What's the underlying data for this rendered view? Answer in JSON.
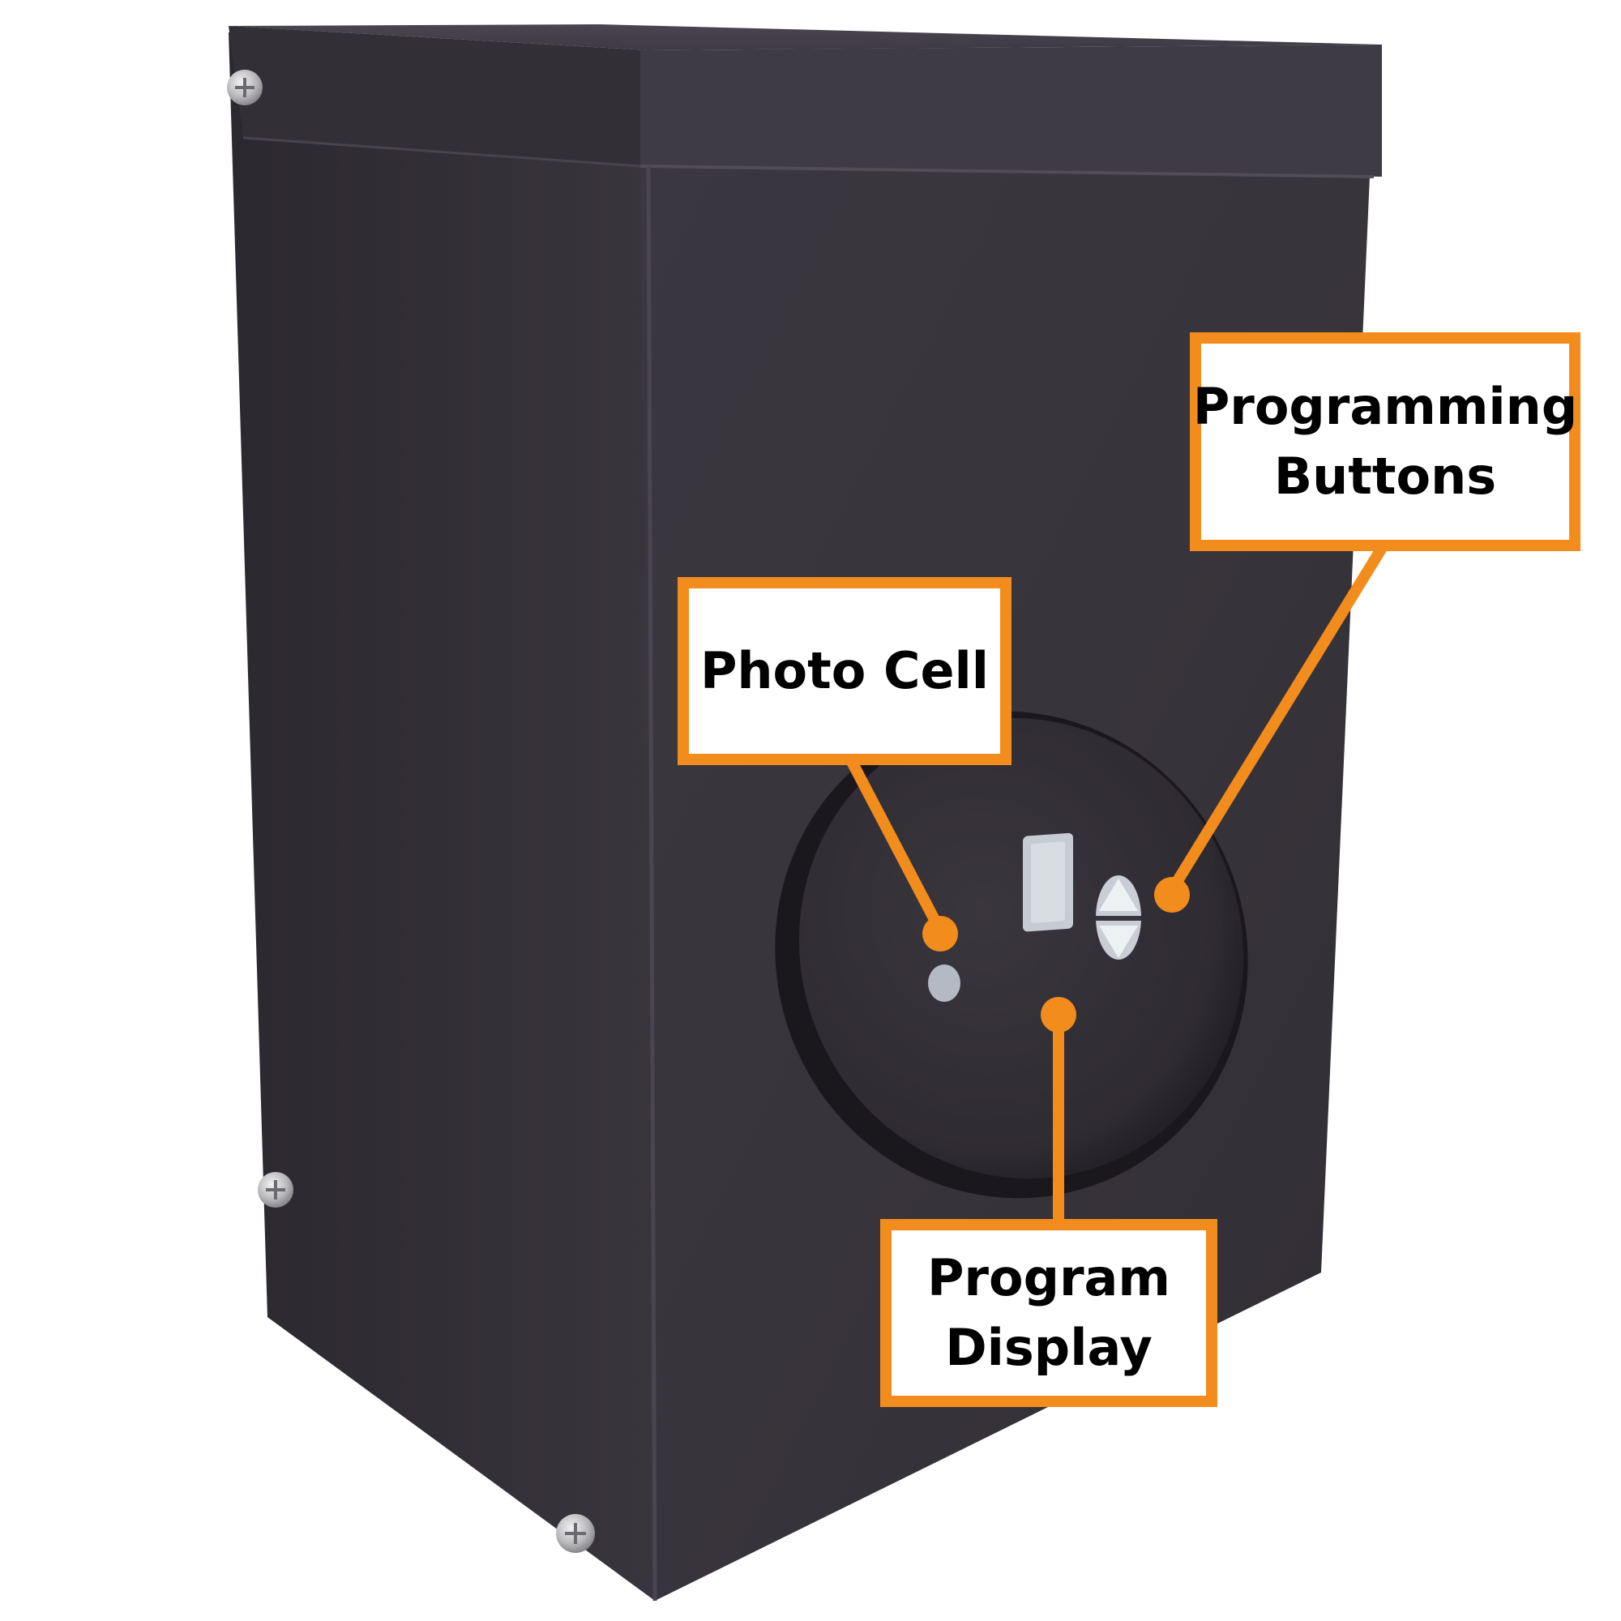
{
  "callouts": {
    "photo_cell": {
      "label": "Photo Cell"
    },
    "programming_buttons": {
      "line1": "Programming",
      "line2": "Buttons"
    },
    "program_display": {
      "line1": "Program",
      "line2": "Display"
    }
  },
  "colors": {
    "callout_border": "#f28c1c",
    "callout_fill": "#ffffff",
    "enclosure_body": "#37333a",
    "background": "#ffffff"
  },
  "icons": {
    "up_button": "triangle-up-icon",
    "down_button": "triangle-down-icon",
    "screws": "phillips-screw-icon"
  }
}
